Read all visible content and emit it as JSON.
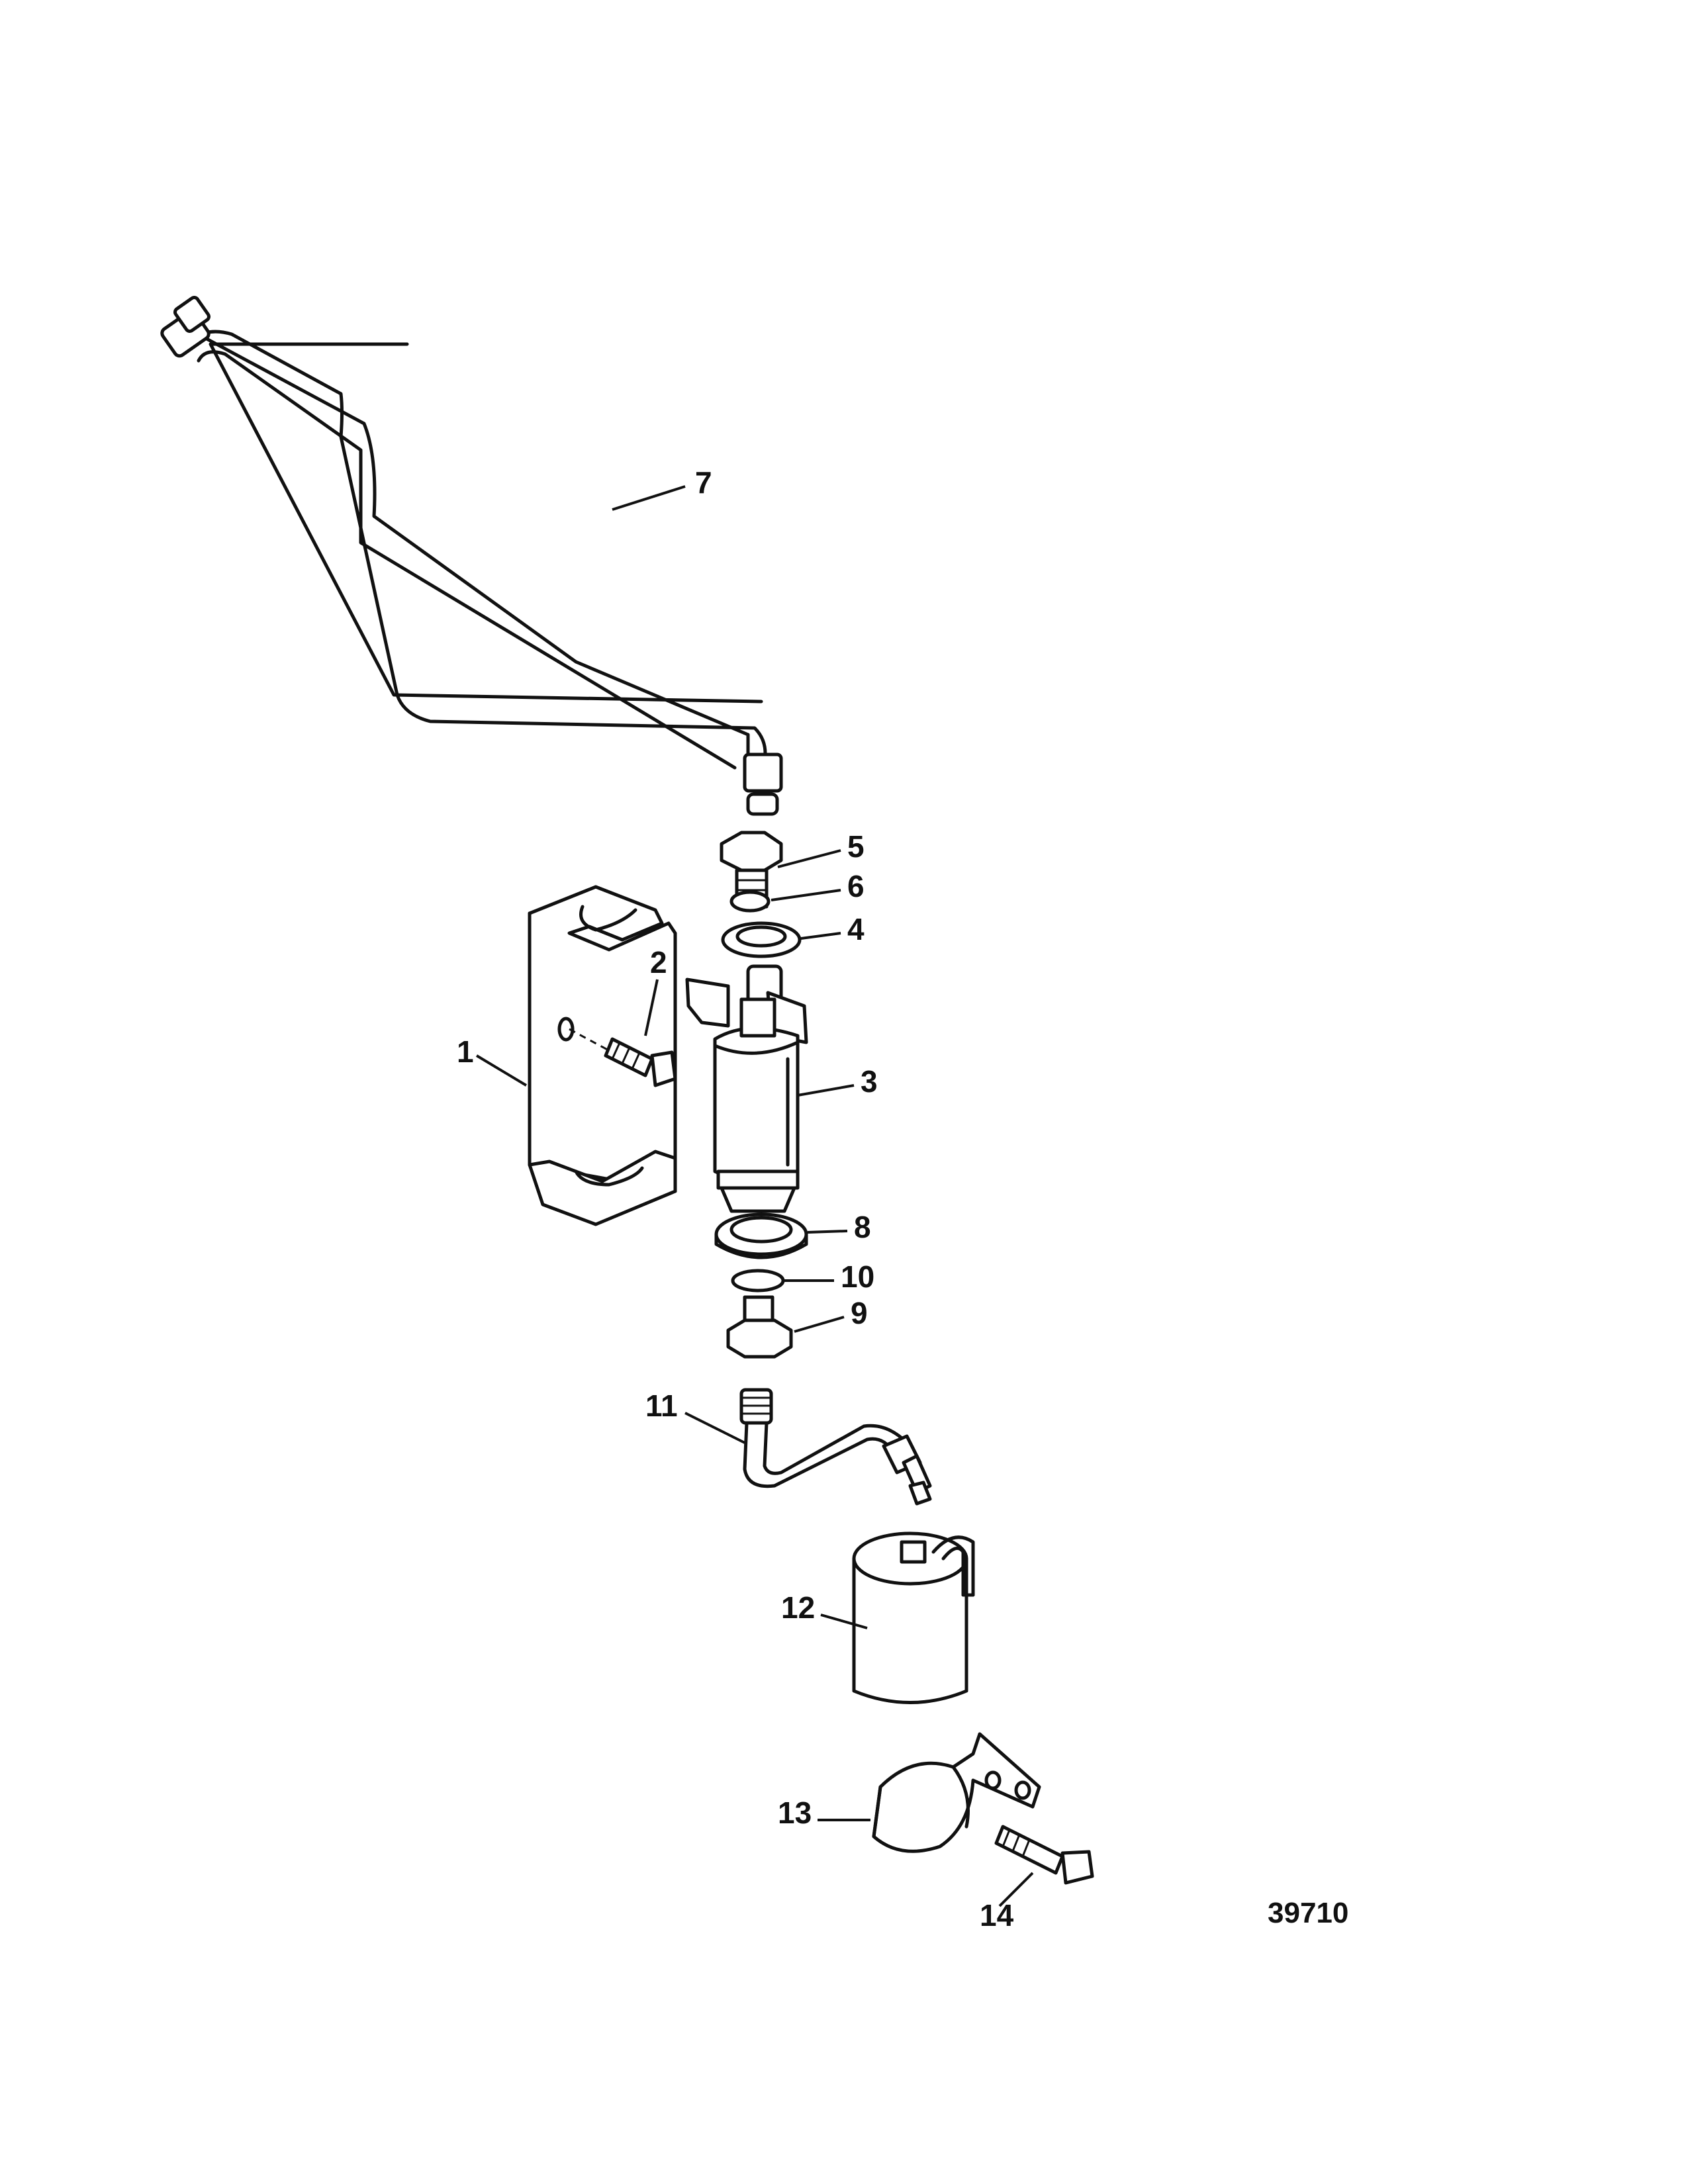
{
  "callouts": {
    "c1": "1",
    "c2": "2",
    "c3": "3",
    "c4": "4",
    "c5": "5",
    "c6": "6",
    "c7": "7",
    "c8": "8",
    "c9": "9",
    "c10": "10",
    "c11": "11",
    "c12": "12",
    "c13": "13",
    "c14": "14"
  },
  "figure_number": "39710"
}
